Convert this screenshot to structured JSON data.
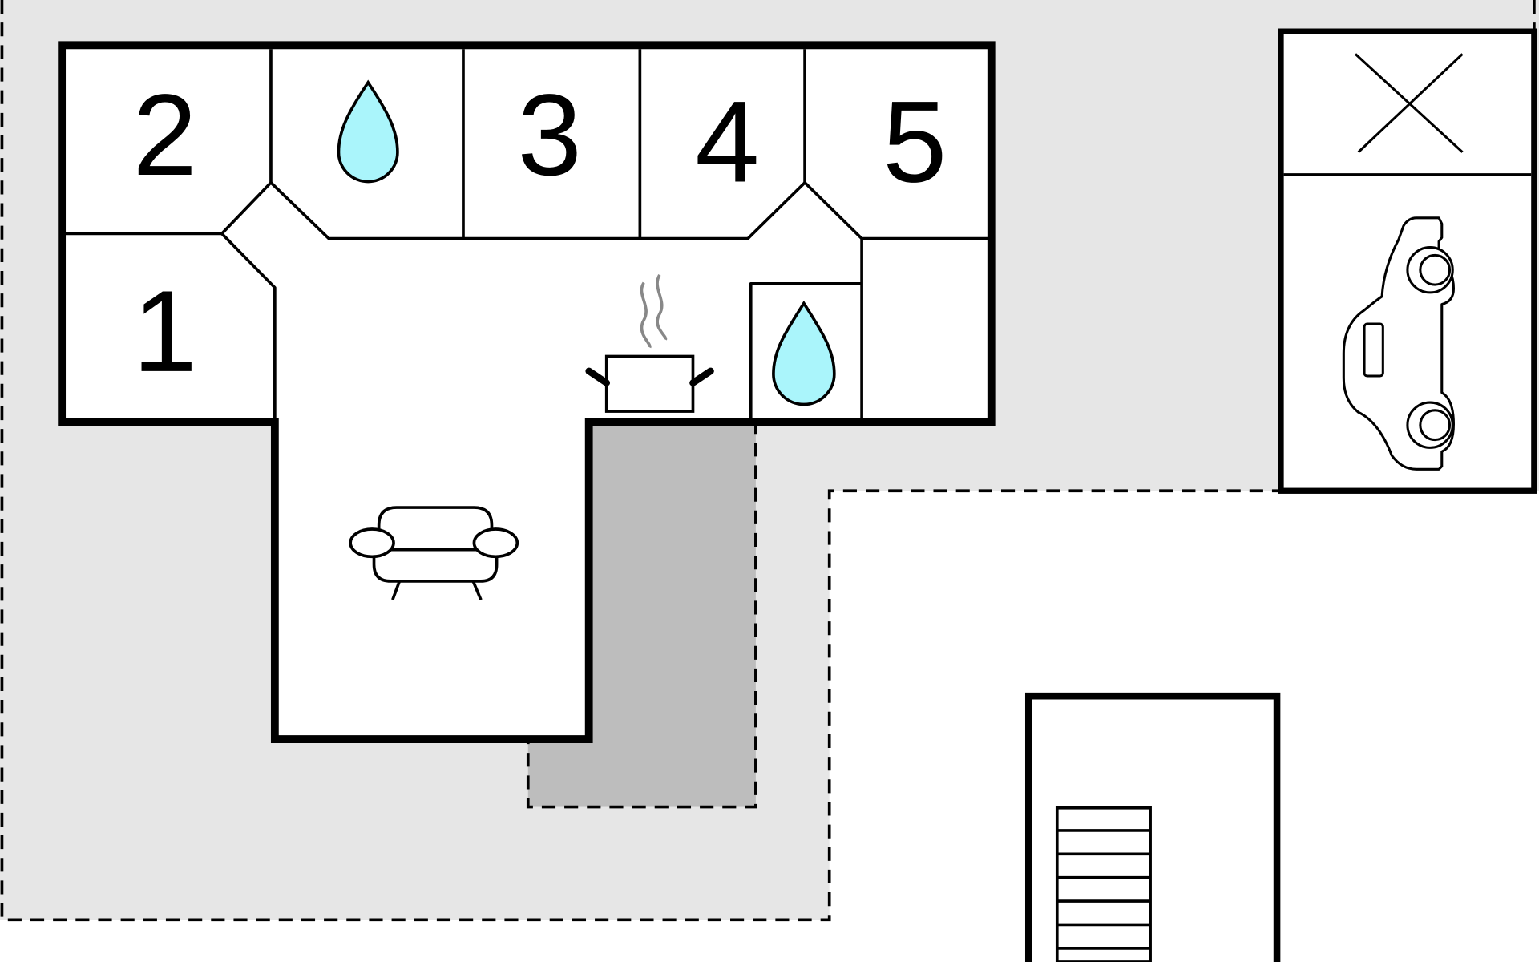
{
  "floor_plan": {
    "rooms": [
      {
        "id": "room-1",
        "label": "1"
      },
      {
        "id": "room-2",
        "label": "2"
      },
      {
        "id": "room-3",
        "label": "3"
      },
      {
        "id": "room-4",
        "label": "4"
      },
      {
        "id": "room-5",
        "label": "5"
      }
    ],
    "icons": [
      {
        "id": "bathroom-1",
        "icon": "water-drop-icon"
      },
      {
        "id": "bathroom-2",
        "icon": "water-drop-icon"
      },
      {
        "id": "kitchen",
        "icon": "cooking-pot-icon"
      },
      {
        "id": "living-room",
        "icon": "sofa-icon"
      },
      {
        "id": "garage",
        "icon": "car-icon"
      },
      {
        "id": "storage",
        "icon": "cross-icon"
      },
      {
        "id": "outbuilding",
        "icon": "stairs-icon"
      }
    ],
    "colors": {
      "wall": "#000000",
      "garden": "#e6e6e6",
      "terrace": "#bdbdbd",
      "water": "#aaf5fb"
    }
  }
}
